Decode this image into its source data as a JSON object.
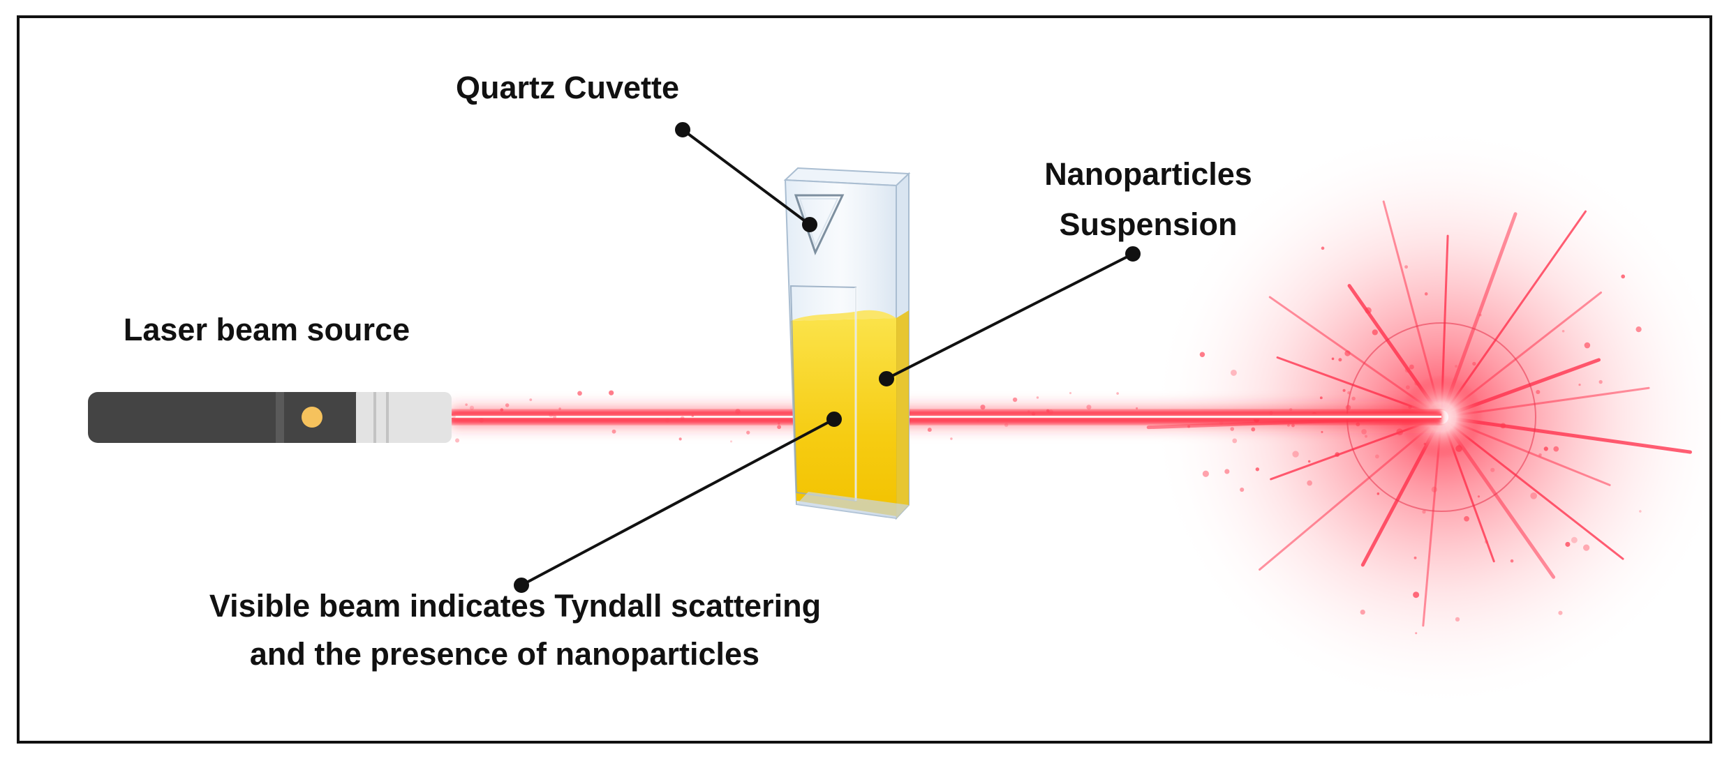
{
  "labels": {
    "cuvette": "Quartz Cuvette",
    "suspension_line1": "Nanoparticles",
    "suspension_line2": "Suspension",
    "laser_source": "Laser beam source",
    "caption_line1": "Visible beam indicates Tyndall scattering",
    "caption_line2": "and the presence of nanoparticles"
  },
  "colors": {
    "frame": "#111111",
    "beam": "#ff2a3c",
    "beam_core": "#fff0f0",
    "suspension": "#f7d21a",
    "pointer_body": "#444444",
    "pointer_cap": "#e3e3e3",
    "pointer_led": "#f6c25d",
    "leader_line": "#111111"
  },
  "icons": {
    "laser_pointer": "laser-pointer-icon",
    "cuvette": "cuvette-icon",
    "burst": "laser-burst-icon"
  }
}
